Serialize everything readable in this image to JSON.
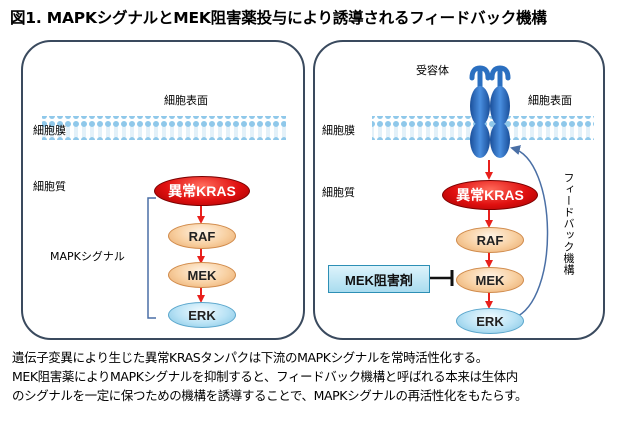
{
  "title": "図1. MAPKシグナルとMEK阻害薬投与により誘導されるフィードバック機構",
  "left_panel": {
    "cell_surface": "細胞表面",
    "cell_membrane": "細胞膜",
    "cytoplasm": "細胞質",
    "mapk_signal": "MAPKシグナル",
    "nodes": {
      "kras": "異常KRAS",
      "raf": "RAF",
      "mek": "MEK",
      "erk": "ERK"
    }
  },
  "right_panel": {
    "receptor": "受容体",
    "cell_surface": "細胞表面",
    "cell_membrane": "細胞膜",
    "cytoplasm": "細胞質",
    "inhibitor": "MEK阻害剤",
    "feedback": "フィードバック機構",
    "nodes": {
      "kras": "異常KRAS",
      "raf": "RAF",
      "mek": "MEK",
      "erk": "ERK"
    }
  },
  "caption": [
    "遺伝子変異により生じた異常KRASタンパクは下流のMAPKシグナルを常時活性化する。",
    "MEK阻害薬によりMAPKシグナルを抑制すると、フィードバック機構と呼ばれる本来は生体内",
    "のシグナルを一定に保つための機構を誘導することで、MAPKシグナルの再活性化をもたらす。"
  ],
  "colors": {
    "arrow": "#e8201c",
    "panel_border": "#3a4a5e",
    "receptor": "#2a6fc0",
    "membrane": "#8fc8ea"
  }
}
